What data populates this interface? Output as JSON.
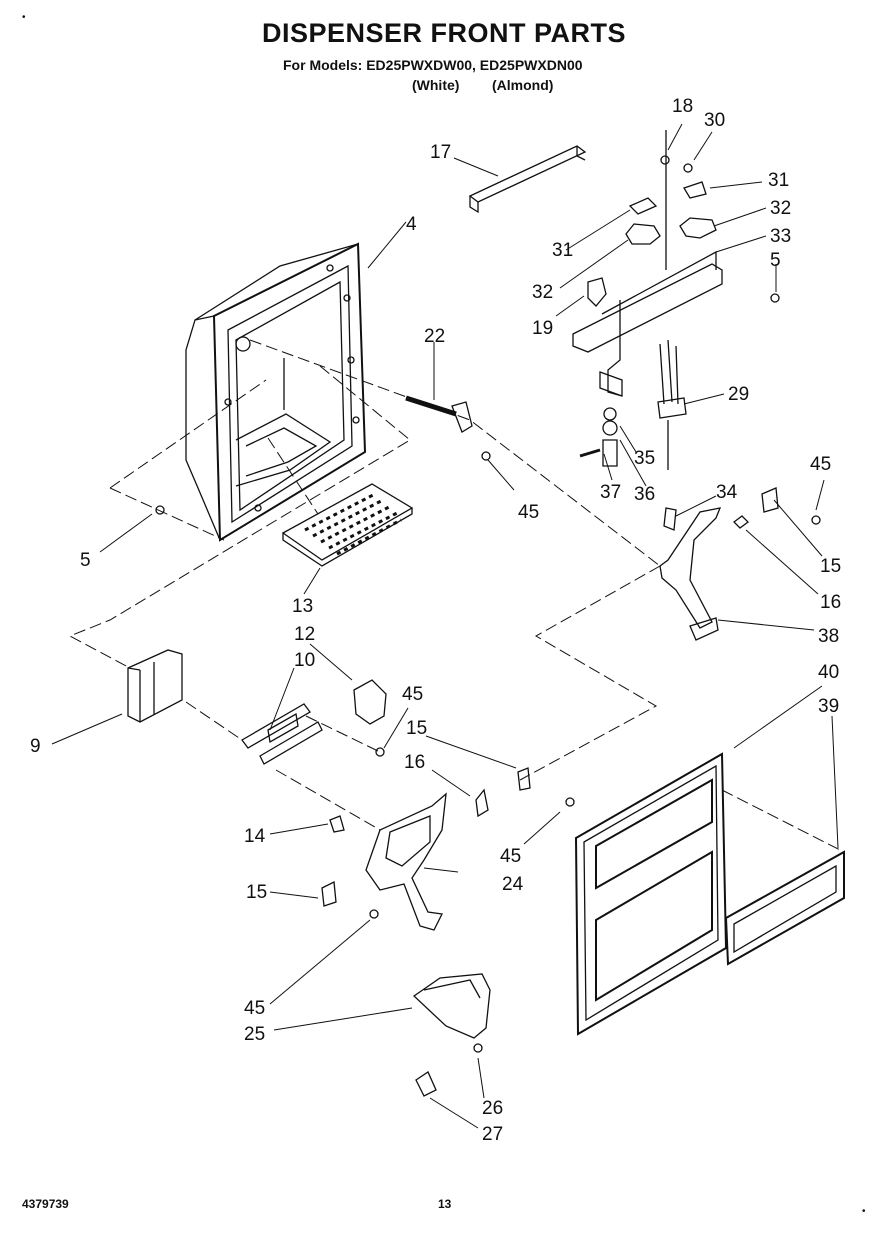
{
  "header": {
    "title": "DISPENSER FRONT PARTS",
    "subtitle": "For Models: ED25PWXDW00, ED25PWXDN00",
    "variant_white": "(White)",
    "variant_almond": "(Almond)"
  },
  "callouts": [
    "18",
    "30",
    "31",
    "32",
    "31",
    "32",
    "33",
    "5",
    "19",
    "22",
    "4",
    "29",
    "35",
    "36",
    "37",
    "45",
    "34",
    "45",
    "15",
    "16",
    "5",
    "13",
    "38",
    "12",
    "10",
    "9",
    "45",
    "15",
    "16",
    "14",
    "24",
    "45",
    "15",
    "40",
    "39",
    "45",
    "25",
    "26",
    "27",
    "17"
  ],
  "footer": {
    "doc_number": "4379739",
    "page_number": "13"
  }
}
